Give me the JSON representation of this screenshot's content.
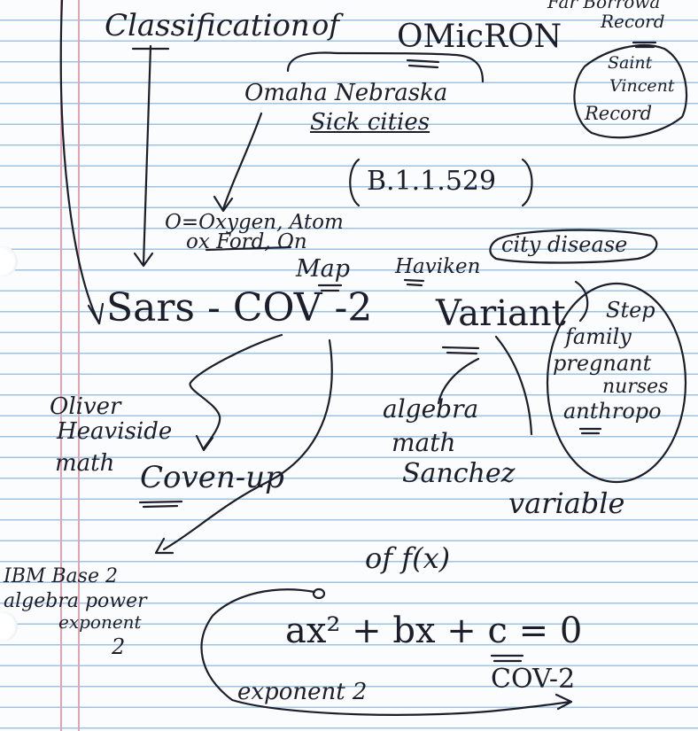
{
  "page": {
    "colors": {
      "ink": "#1c1f2b",
      "paper": "#fbfcfd",
      "rule": "#9fc3e2",
      "margin": "#e3a3b3"
    },
    "corner_note": {
      "line1": "Far Borrowa",
      "line2": "Record"
    },
    "title": {
      "part1": "Classification",
      "part2": "of",
      "part3": "OMicRON"
    },
    "record_note": {
      "line1": "Saint",
      "line2": "Vincent",
      "line3": "Record"
    },
    "source": {
      "line1": "Omaha Nebraska",
      "line2": "Sick cities"
    },
    "lineage": "B.1.1.529",
    "oxygen_note": {
      "line1": "O=Oxygen, Atom",
      "line2": "ox Ford, On",
      "line3": "Map"
    },
    "haviken": {
      "label": "Haviken",
      "circled": "city disease"
    },
    "sars": "Sars - COV -2",
    "variant": "Variant",
    "family_note": {
      "line1": "Step",
      "line2": "family",
      "line3": "pregnant",
      "line4": "nurses",
      "line5": "anthropo"
    },
    "heaviside_note": {
      "line1": "Oliver",
      "line2": "Heaviside",
      "line3": "math"
    },
    "cover_up": "Coven-up",
    "algebra_note": {
      "line1": "algebra",
      "line2": "math",
      "line3": "Sanchez"
    },
    "variable": "variable",
    "function": "of f(x)",
    "ibm_note": {
      "line1": "IBM Base 2",
      "line2": "algebra power",
      "line3": "exponent",
      "line4": "2"
    },
    "equation": "ax² + bx + c = 0",
    "cov2": "COV-2",
    "exponent_note": "exponent 2"
  }
}
